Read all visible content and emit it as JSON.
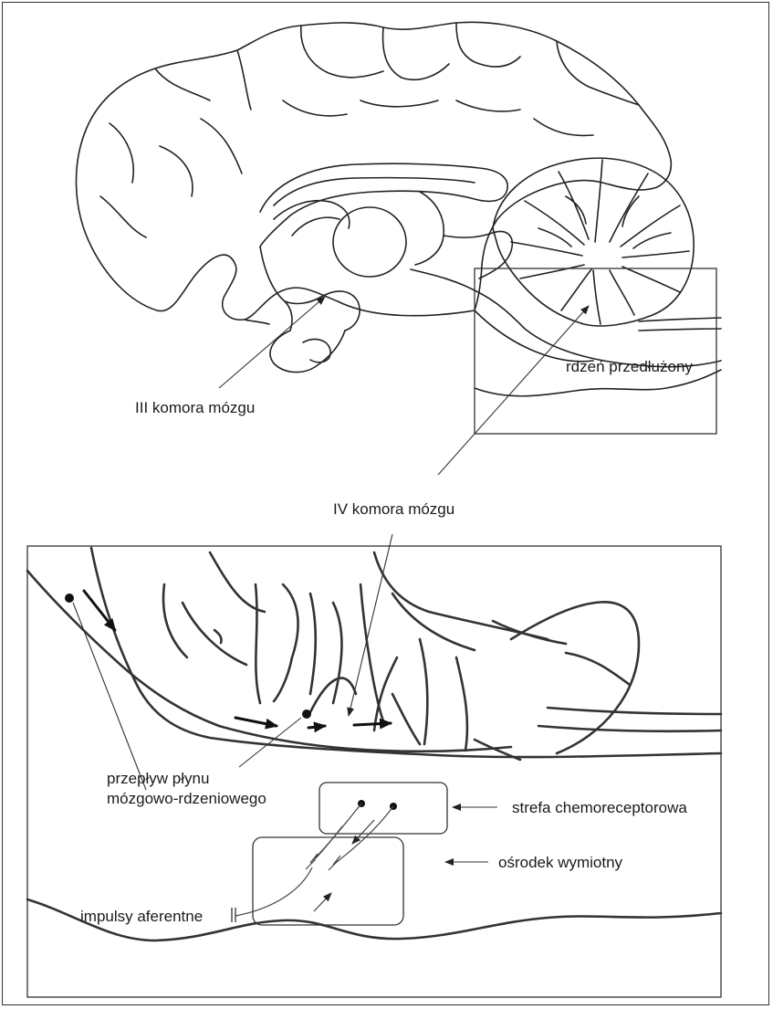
{
  "labels": {
    "third_ventricle": "III komora mózgu",
    "medulla": "rdzeń przedłużony",
    "fourth_ventricle": "IV komora mózgu",
    "csf_flow_line1": "przepływ płynu",
    "csf_flow_line2": "mózgowo-rdzeniowego",
    "chemoreceptor_zone": "strefa chemoreceptorowa",
    "vomiting_center": "ośrodek wymiotny",
    "afferent_impulses": "impulsy aferentne"
  },
  "colors": {
    "ink": "#222222",
    "background": "#ffffff"
  }
}
